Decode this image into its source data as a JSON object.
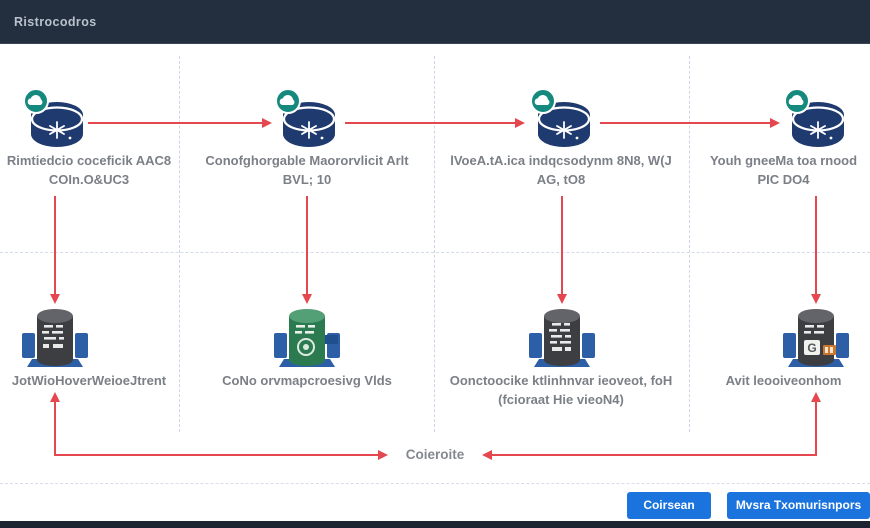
{
  "header": {
    "title": "Ristrocodros"
  },
  "diagram": {
    "columns": [
      {
        "top": {
          "icon": "cloud-database-icon",
          "line1": "Rimtiedcio coceficik AAC8",
          "line2": "COIn.O&UC3"
        },
        "bottom": {
          "icon": "server-stack-icon",
          "line1": "JotWioHoverWeioeJtrent"
        }
      },
      {
        "top": {
          "icon": "cloud-database-icon",
          "line1": "Conofghorgable Maororvlicit Arlt",
          "line2": "BVL; 10"
        },
        "bottom": {
          "icon": "green-server-stack-icon",
          "line1": "CoNo orvmapcroesivg Vlds"
        }
      },
      {
        "top": {
          "icon": "cloud-database-icon",
          "line1": "lVoeA.tA.ica indqcsodynm 8N8, W(J",
          "line2": "AG, tO8"
        },
        "bottom": {
          "icon": "server-stack-icon",
          "line1": "Oonctoocike ktlinhnvar ieoveot, foH",
          "line2": "(fcioraat Hie vieoN4)"
        }
      },
      {
        "top": {
          "icon": "cloud-database-icon",
          "line1": "Youh gneeMa toa rnood",
          "line2": "PIC DO4"
        },
        "bottom": {
          "icon": "server-stack-g-icon",
          "line1": "Avit leooiveonhom"
        }
      }
    ],
    "center_label": "Coieroite"
  },
  "footer": {
    "secondary_button": "Coirsean",
    "primary_button": "Mvsra Txomurisnpors"
  },
  "colors": {
    "header_bg": "#232f3e",
    "arrow_red": "#e4484e",
    "button_blue": "#1b74dd",
    "icon_navy": "#1f3a6e",
    "icon_teal_badge": "#16897e",
    "icon_green": "#2c7a50",
    "icon_dark_gray": "#3d3e42",
    "icon_panel_blue": "#2d5fa7",
    "label_gray": "#7b7f86"
  }
}
